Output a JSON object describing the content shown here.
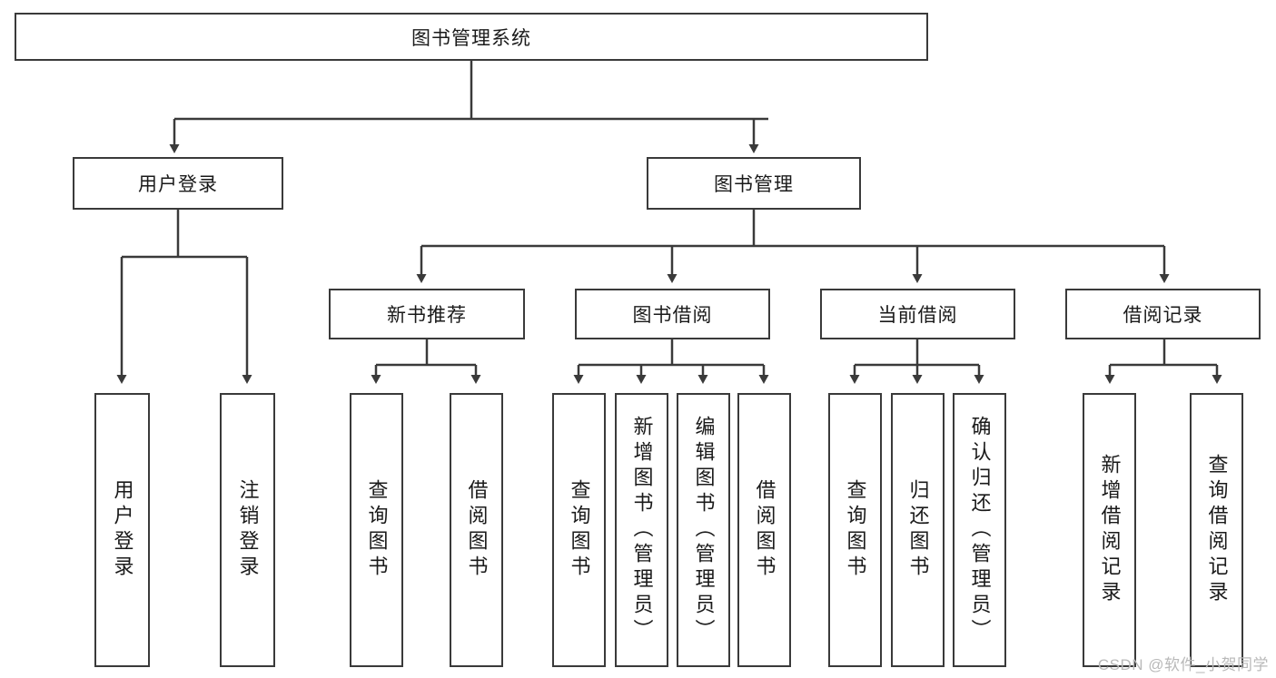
{
  "diagram": {
    "title": "图书管理系统",
    "type": "tree",
    "orientation": "top-down",
    "colors": {
      "box_border": "#3a3a3a",
      "box_fill": "#ffffff",
      "connector": "#3a3a3a",
      "watermark": "#b9b9b9",
      "background": "#ffffff"
    },
    "root": {
      "label": "图书管理系统"
    },
    "level2": [
      {
        "id": "user-login",
        "label": "用户登录"
      },
      {
        "id": "book-manage",
        "label": "图书管理"
      }
    ],
    "level3": [
      {
        "id": "new-book-rec",
        "label": "新书推荐"
      },
      {
        "id": "book-borrow",
        "label": "图书借阅"
      },
      {
        "id": "current-borrow",
        "label": "当前借阅"
      },
      {
        "id": "borrow-record",
        "label": "借阅记录"
      }
    ],
    "leaves": {
      "user_login": [
        {
          "id": "leaf-user-login",
          "label": "用户登录"
        },
        {
          "id": "leaf-logout-login",
          "label": "注销登录"
        }
      ],
      "new_book_rec": [
        {
          "id": "leaf-query-book-1",
          "label": "查询图书"
        },
        {
          "id": "leaf-borrow-book-1",
          "label": "借阅图书"
        }
      ],
      "book_borrow": [
        {
          "id": "leaf-query-book-2",
          "label": "查询图书"
        },
        {
          "id": "leaf-add-book",
          "label": "新增图书（管理员）"
        },
        {
          "id": "leaf-edit-book",
          "label": "编辑图书（管理员）"
        },
        {
          "id": "leaf-borrow-book-2",
          "label": "借阅图书"
        }
      ],
      "current_borrow": [
        {
          "id": "leaf-query-book-3",
          "label": "查询图书"
        },
        {
          "id": "leaf-return-book",
          "label": "归还图书"
        },
        {
          "id": "leaf-confirm-return",
          "label": "确认归还（管理员）"
        }
      ],
      "borrow_record": [
        {
          "id": "leaf-add-record",
          "label": "新增借阅记录"
        },
        {
          "id": "leaf-query-record",
          "label": "查询借阅记录"
        }
      ]
    }
  },
  "watermark": {
    "text": "CSDN @软件_小贺同学"
  }
}
